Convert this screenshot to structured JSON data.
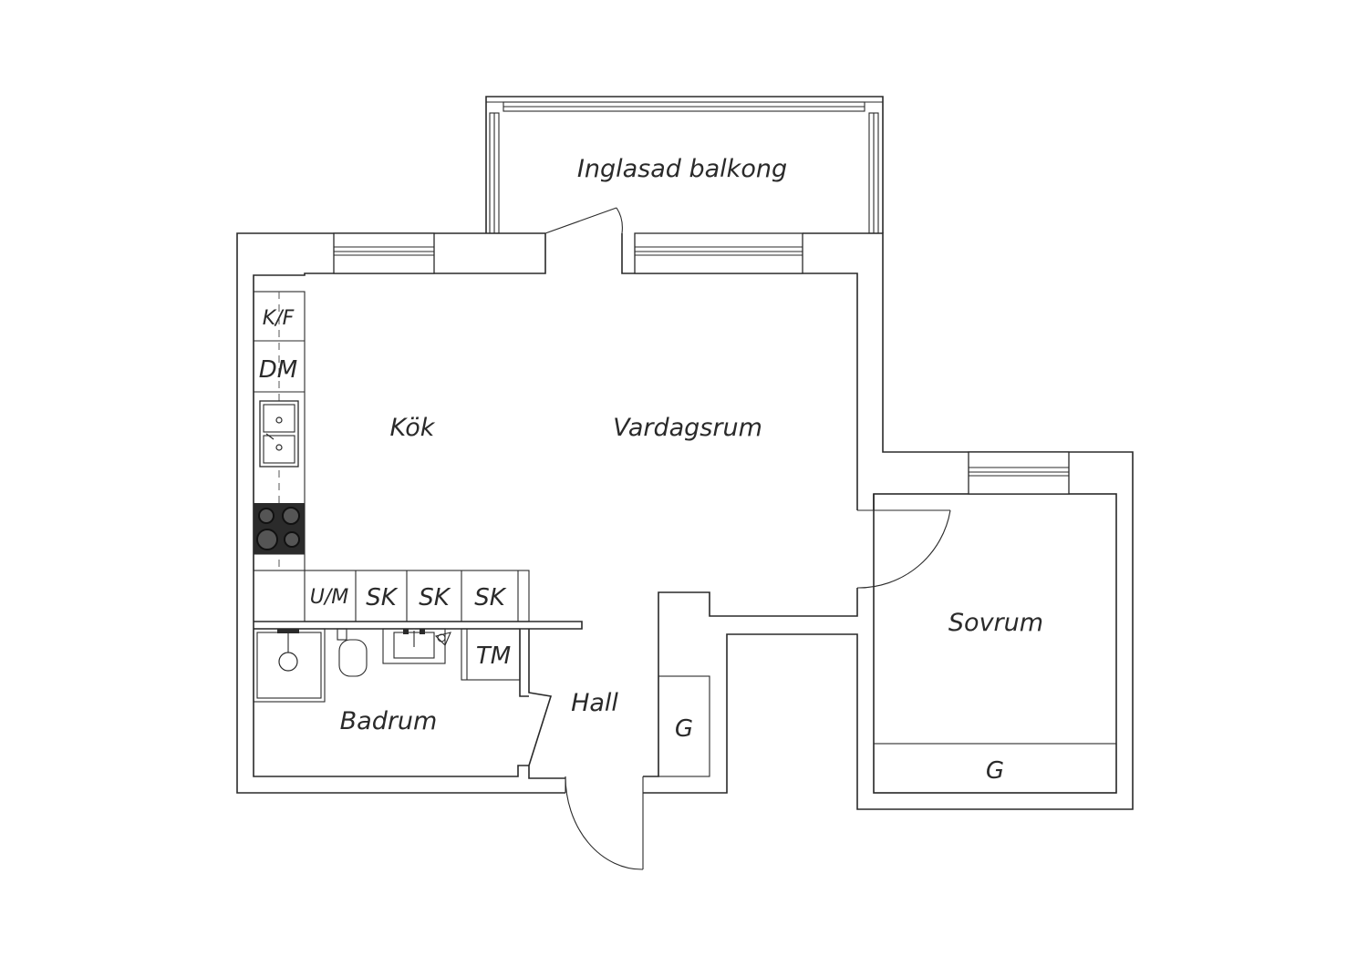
{
  "rooms": {
    "balcony": "Inglasad balkong",
    "kitchen": "Kök",
    "living": "Vardagsrum",
    "bedroom": "Sovrum",
    "bathroom": "Badrum",
    "hall": "Hall"
  },
  "appliances": {
    "fridge_freezer": "K/F",
    "dishwasher": "DM",
    "washer_dryer": "U/M",
    "cabinet_1": "SK",
    "cabinet_2": "SK",
    "cabinet_3": "SK",
    "dryer_cabinet": "TM",
    "hall_wardrobe": "G",
    "bedroom_wardrobe": "G"
  }
}
